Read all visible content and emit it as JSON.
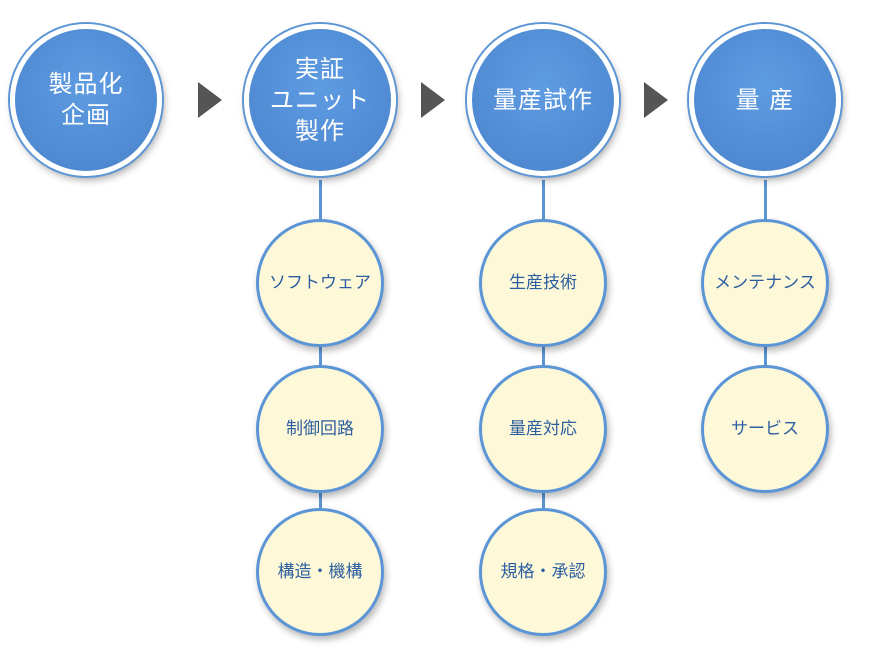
{
  "stages": [
    {
      "label": "製品化\n企画"
    },
    {
      "label": "実証\nユニット\n製作"
    },
    {
      "label": "量産試作"
    },
    {
      "label": "量 産"
    }
  ],
  "sub_items": {
    "prototype": [
      "ソフトウェア",
      "制御回路",
      "構造・機構"
    ],
    "trial": [
      "生産技術",
      "量産対応",
      "規格・承認"
    ],
    "mass": [
      "メンテナンス",
      "サービス"
    ]
  },
  "colors": {
    "stage_fill": "#4f8ad3",
    "sub_fill": "#fdf8d8",
    "sub_text": "#2d5fa0",
    "arrow": "#555555",
    "connector": "#5b95d6"
  }
}
